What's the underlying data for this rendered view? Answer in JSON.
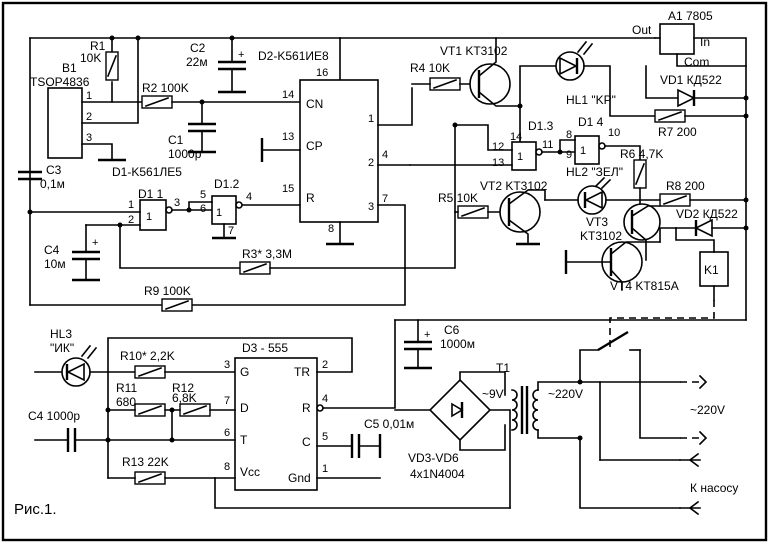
{
  "figure_caption": "Рис.1.",
  "labels": {
    "r1_name": "R1",
    "r1_val": "10K",
    "b1_name": "B1",
    "b1_type": "TSOP4836",
    "r2": "R2 100K",
    "c2_name": "C2",
    "c2_val": "22м",
    "d2_type": "D2-K561ИЕ8",
    "c1_name": "C1",
    "c1_val": "1000р",
    "d1_type": "D1-K561ЛЕ5",
    "c3_name": "C3",
    "c3_val": "0,1м",
    "d11": "D1 1",
    "d12": "D1.2",
    "c4a_name": "C4",
    "c4a_val": "10м",
    "r3": "R3* 3,3M",
    "r9": "R9 100K",
    "r4": "R4 10K",
    "vt1": "VT1 KT3102",
    "hl1": "HL1 \"KP\"",
    "a1": "A1 7805",
    "a1_out": "Out",
    "a1_in": "In",
    "a1_com": "Com",
    "vd1": "VD1 КД522",
    "r7": "R7 200",
    "d13": "D1.3",
    "d14": "D1 4",
    "r6": "R6 4,7K",
    "hl2": "HL2 \"ЗЕЛ\"",
    "r5": "R5 10K",
    "vt2": "VT2 KT3102",
    "r8": "R8 200",
    "vt3_name": "VT3",
    "vt3_type": "KT3102",
    "vd2": "VD2 КД522",
    "vt4": "VT4 KT815A",
    "k1": "K1",
    "hl3_name": "HL3",
    "hl3_val": "\"ИК\"",
    "r10": "R10* 2,2K",
    "d3": "D3 - 555",
    "r11_name": "R11",
    "r11_val": "680",
    "r12_name": "R12",
    "r12_val": "6,8K",
    "c4b": "C4 1000p",
    "r13": "R13 22K",
    "c6_name": "C6",
    "c6_val": "1000м",
    "t1": "T1",
    "v9": "~9V",
    "v220a": "~220V",
    "v220b": "~220V",
    "c5": "C5 0,01м",
    "vd36_name": "VD3-VD6",
    "vd36_type": "4x1N4004",
    "pump": "К насосу"
  },
  "pins": {
    "d2_16": "16",
    "d2_14": "14",
    "d2_cn": "CN",
    "d2_13": "13",
    "d2_cp": "CP",
    "d2_15": "15",
    "d2_r": "R",
    "d2_8": "8",
    "d2_1": "1",
    "d2_2": "2",
    "d2_4": "4",
    "d2_3": "3",
    "d2_7": "7",
    "b1_1": "1",
    "b1_2": "2",
    "b1_3": "3",
    "d11_1": "1",
    "d11_2": "2",
    "d11_3": "3",
    "d11_sym": "1",
    "d12_5": "5",
    "d12_6": "6",
    "d12_4": "4",
    "d12_7": "7",
    "d12_sym": "1",
    "d13_12": "12",
    "d13_13": "13",
    "d13_14": "14",
    "d13_11": "11",
    "d13_sym": "1",
    "d14_8": "8",
    "d14_9": "9",
    "d14_10": "10",
    "d14_sym": "1",
    "d3_g": "G",
    "d3_tr": "TR",
    "d3_d": "D",
    "d3_r": "R",
    "d3_t": "T",
    "d3_c": "C",
    "d3_vcc": "Vcc",
    "d3_gnd": "Gnd",
    "d3_3": "3",
    "d3_2": "2",
    "d3_7": "7",
    "d3_4": "4",
    "d3_6": "6",
    "d3_5": "5",
    "d3_8": "8",
    "d3_1": "1",
    "c6_plus": "+",
    "c2_plus": "+",
    "c4_plus": "+"
  }
}
